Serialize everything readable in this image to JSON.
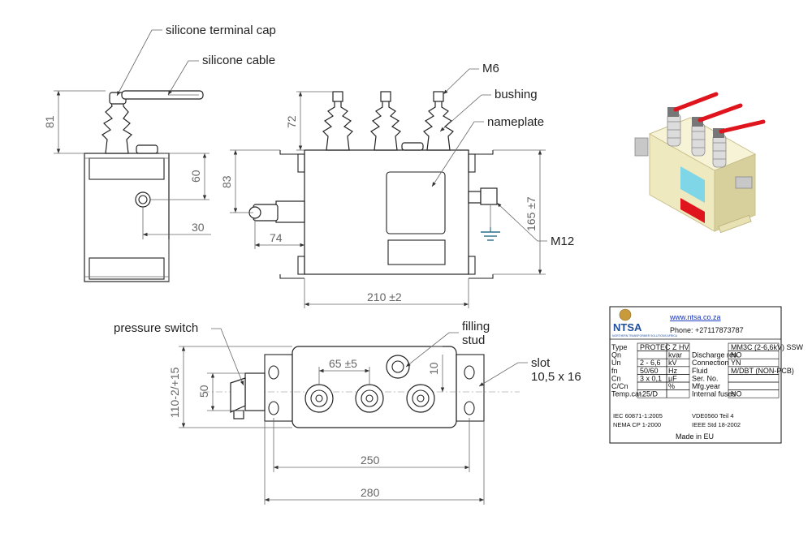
{
  "labels": {
    "silicone_terminal_cap": "silicone terminal cap",
    "silicone_cable": "silicone cable",
    "m6": "M6",
    "bushing": "bushing",
    "nameplate": "nameplate",
    "m12": "M12",
    "pressure_switch": "pressure switch",
    "filling_1": "filling",
    "filling_2": "stud",
    "slot_1": "slot",
    "slot_2": "10,5 x 16"
  },
  "dimensions": {
    "d81": "81",
    "d60": "60",
    "d30": "30",
    "d72": "72",
    "d83": "83",
    "d74": "74",
    "d165": "165 ±7",
    "d210": "210 ±2",
    "d65": "65 ±5",
    "d10": "10",
    "d50": "50",
    "d110": "110-2/+15",
    "d250": "250",
    "d280": "280"
  },
  "nameplate": {
    "logo": "NTSA",
    "logo_sub": "NORTHERN TRANSFORMER SOLUTIONS AFRICA",
    "url": "www.ntsa.co.za",
    "phone": "Phone: +27117873787",
    "rows": [
      {
        "k": "Type",
        "v": "PROTEC Z HV",
        "u": "",
        "k2": "",
        "v2": "MM3C (2-6,6kV) SSW"
      },
      {
        "k": "Qn",
        "v": "",
        "u": "kvar",
        "k2": "Discharge res.",
        "v2": "NO"
      },
      {
        "k": "Un",
        "v": "2 - 6,6",
        "u": "kV",
        "k2": "Connection",
        "v2": "YN"
      },
      {
        "k": "fn",
        "v": "50/60",
        "u": "Hz",
        "k2": "Fluid",
        "v2": "M/DBT (NON-PCB)"
      },
      {
        "k": "Cn",
        "v": "3 x 0,1",
        "u": "µF",
        "k2": "Ser. No.",
        "v2": ""
      },
      {
        "k": "C/Cn",
        "v": "",
        "u": "%",
        "k2": "Mfg.year",
        "v2": ""
      },
      {
        "k": "Temp.cat.",
        "v": "-25/D",
        "u": "",
        "k2": "Internal fuses",
        "v2": "NO"
      }
    ],
    "std1": "IEC 60871-1:2005",
    "std2": "VDE0560 Teil 4",
    "std3": "NEMA CP 1-2000",
    "std4": "IEEE Std 18-2002",
    "made": "Made in EU"
  },
  "colors": {
    "body": "#f2eec8",
    "cable": "#e0141c",
    "plate_blue": "#7ed6e6",
    "plate_red": "#e0141c",
    "earth": "#2a6f8a"
  }
}
